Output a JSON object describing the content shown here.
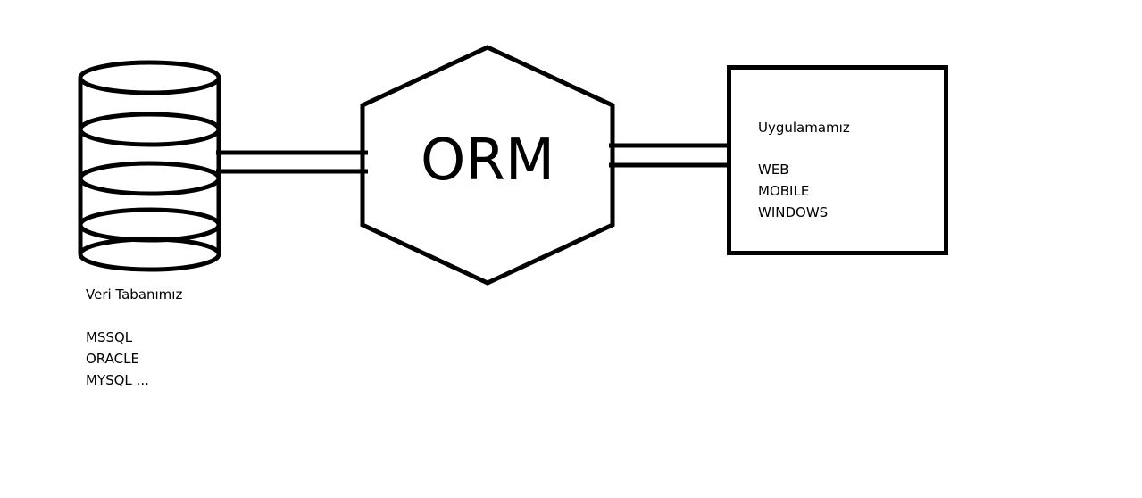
{
  "orm": {
    "label": "ORM"
  },
  "database": {
    "title": "Veri Tabanımız",
    "items": [
      "MSSQL",
      "ORACLE",
      "MYSQL ..."
    ]
  },
  "application": {
    "title": "Uygulamamız",
    "items": [
      "WEB",
      "MOBILE",
      "WINDOWS"
    ]
  }
}
